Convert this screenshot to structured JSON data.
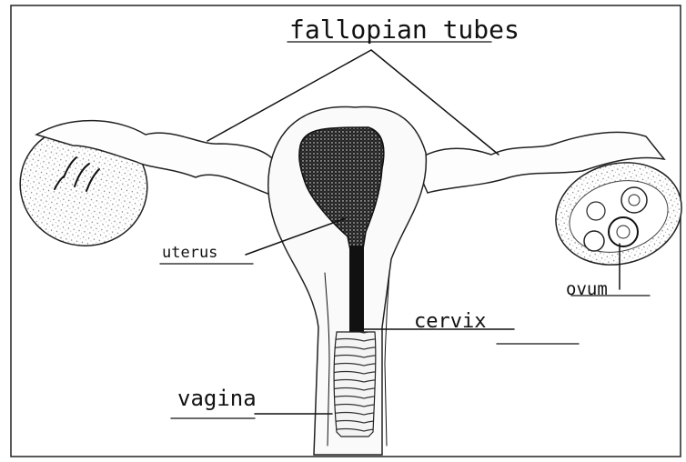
{
  "labels": {
    "fallopian_tubes": "fallopian tubes",
    "uterus": "uterus",
    "cervix": "cervix",
    "vagina": "vagina",
    "ovum": "ovum"
  }
}
